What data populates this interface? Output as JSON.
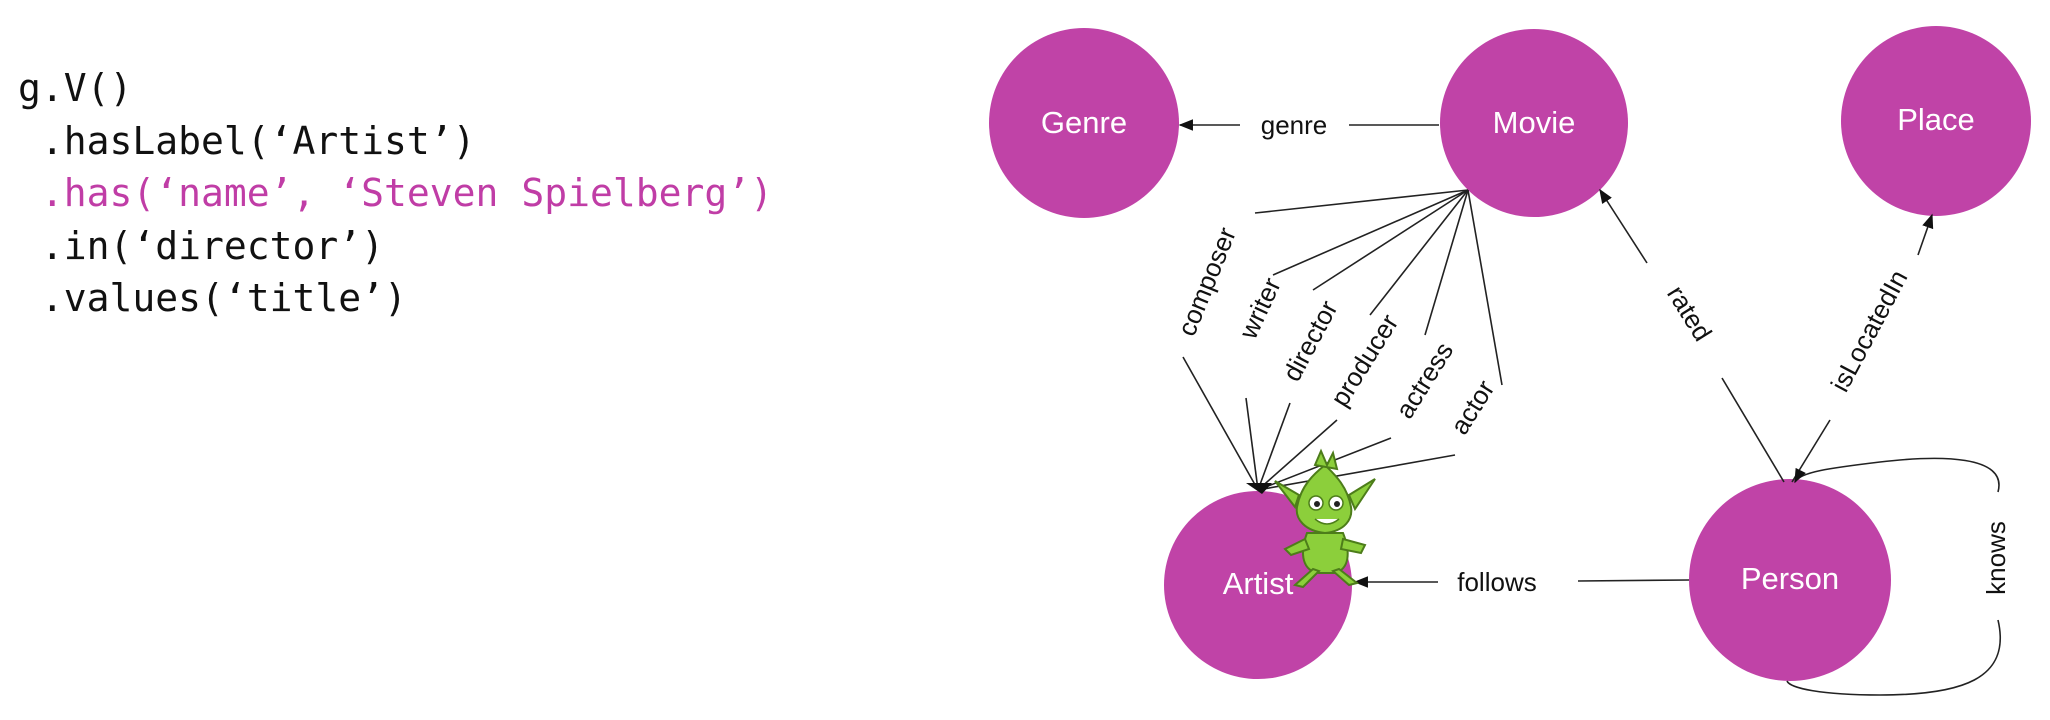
{
  "code": {
    "lines": [
      {
        "text": "g.V()",
        "highlight": false
      },
      {
        "text": " .hasLabel(‘Artist’)",
        "highlight": false
      },
      {
        "text": " .has(‘name’, ‘Steven Spielberg’)",
        "highlight": true
      },
      {
        "text": " .in(‘director’)",
        "highlight": false
      },
      {
        "text": " .values(‘title’)",
        "highlight": false
      }
    ],
    "highlight_color": "#c03da6"
  },
  "diagram": {
    "node_color": "#c043a7",
    "nodes": {
      "genre": "Genre",
      "movie": "Movie",
      "place": "Place",
      "artist": "Artist",
      "person": "Person"
    },
    "edges": {
      "genre": "genre",
      "composer": "composer",
      "writer": "writer",
      "director": "director",
      "producer": "producer",
      "actress": "actress",
      "actor": "actor",
      "rated": "rated",
      "isLocatedIn": "isLocatedIn",
      "follows": "follows",
      "knows": "knows"
    },
    "mascot": "gremlin-mascot-icon"
  }
}
